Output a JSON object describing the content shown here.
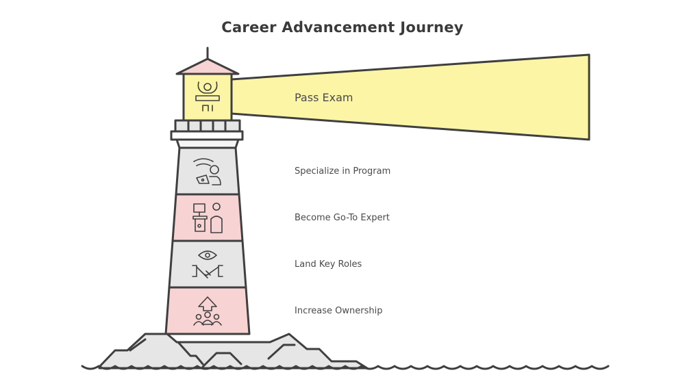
{
  "title": "Career Advancement Journey",
  "beam": {
    "label": "Pass Exam",
    "icon": "celebrating-person-banner-icon",
    "color": "#fdf5a6"
  },
  "steps": [
    {
      "label": "Specialize in Program",
      "icon": "person-laptop-wifi-icon",
      "band_color": "#e6e6e6"
    },
    {
      "label": "Become Go-To Expert",
      "icon": "presenter-at-podium-icon",
      "band_color": "#f8d3d3"
    },
    {
      "label": "Land Key Roles",
      "icon": "handshake-eye-icon",
      "band_color": "#e6e6e6"
    },
    {
      "label": "Increase Ownership",
      "icon": "team-arrow-up-icon",
      "band_color": "#f8d3d3"
    }
  ],
  "colors": {
    "stroke": "#3f3f3f",
    "pink": "#f8d3d3",
    "gray": "#e6e6e6",
    "yellow": "#fdf5a6"
  }
}
